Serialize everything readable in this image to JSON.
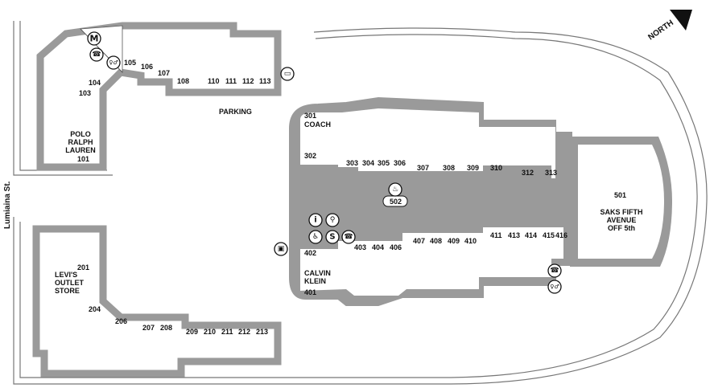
{
  "compass": {
    "label": "NORTH"
  },
  "street": {
    "label": "Lumiaina St."
  },
  "parking": {
    "label": "PARKING"
  },
  "stores": [
    {
      "id": "s101",
      "label": "101"
    },
    {
      "id": "s103",
      "label": "103"
    },
    {
      "id": "s104",
      "label": "104"
    },
    {
      "id": "s105",
      "label": "105"
    },
    {
      "id": "s106",
      "label": "106"
    },
    {
      "id": "s107",
      "label": "107"
    },
    {
      "id": "s108",
      "label": "108"
    },
    {
      "id": "s110",
      "label": "110"
    },
    {
      "id": "s111",
      "label": "111"
    },
    {
      "id": "s112",
      "label": "112"
    },
    {
      "id": "s113",
      "label": "113"
    },
    {
      "id": "s201",
      "label": "201"
    },
    {
      "id": "s204",
      "label": "204"
    },
    {
      "id": "s206",
      "label": "206"
    },
    {
      "id": "s207",
      "label": "207"
    },
    {
      "id": "s208",
      "label": "208"
    },
    {
      "id": "s209",
      "label": "209"
    },
    {
      "id": "s210",
      "label": "210"
    },
    {
      "id": "s211",
      "label": "211"
    },
    {
      "id": "s212",
      "label": "212"
    },
    {
      "id": "s213",
      "label": "213"
    },
    {
      "id": "s301",
      "label": "301"
    },
    {
      "id": "s302",
      "label": "302"
    },
    {
      "id": "s303",
      "label": "303"
    },
    {
      "id": "s304",
      "label": "304"
    },
    {
      "id": "s305",
      "label": "305"
    },
    {
      "id": "s306",
      "label": "306"
    },
    {
      "id": "s307",
      "label": "307"
    },
    {
      "id": "s308",
      "label": "308"
    },
    {
      "id": "s309",
      "label": "309"
    },
    {
      "id": "s310",
      "label": "310"
    },
    {
      "id": "s312",
      "label": "312"
    },
    {
      "id": "s313",
      "label": "313"
    },
    {
      "id": "s401",
      "label": "401"
    },
    {
      "id": "s402",
      "label": "402"
    },
    {
      "id": "s403",
      "label": "403"
    },
    {
      "id": "s404",
      "label": "404"
    },
    {
      "id": "s406",
      "label": "406"
    },
    {
      "id": "s407",
      "label": "407"
    },
    {
      "id": "s408",
      "label": "408"
    },
    {
      "id": "s409",
      "label": "409"
    },
    {
      "id": "s410",
      "label": "410"
    },
    {
      "id": "s411",
      "label": "411"
    },
    {
      "id": "s413",
      "label": "413"
    },
    {
      "id": "s414",
      "label": "414"
    },
    {
      "id": "s415",
      "label": "415"
    },
    {
      "id": "s416",
      "label": "416"
    },
    {
      "id": "s501",
      "label": "501"
    },
    {
      "id": "s502",
      "label": "502"
    }
  ],
  "anchors": {
    "polo": [
      "POLO",
      "RALPH",
      "LAUREN"
    ],
    "levis": [
      "LEVI'S",
      "OUTLET",
      "STORE"
    ],
    "coach": [
      "COACH"
    ],
    "calvin": [
      "CALVIN",
      "KLEIN"
    ],
    "saks": [
      "SAKS FIFTH",
      "AVENUE",
      "OFF 5th"
    ]
  },
  "icons": [
    {
      "id": "metro",
      "name": "metro-icon",
      "glyph": "M"
    },
    {
      "id": "phone1",
      "name": "telephone-icon",
      "glyph": "☎"
    },
    {
      "id": "rest1",
      "name": "restroom-icon",
      "glyph": "♀♂"
    },
    {
      "id": "atm",
      "name": "atm-icon",
      "glyph": "▭"
    },
    {
      "id": "bus",
      "name": "bus-icon",
      "glyph": "▣"
    },
    {
      "id": "food",
      "name": "food-court-icon",
      "glyph": "♨"
    },
    {
      "id": "info",
      "name": "information-icon",
      "glyph": "i"
    },
    {
      "id": "stroller",
      "name": "stroller-icon",
      "glyph": "⚲"
    },
    {
      "id": "wheelchair",
      "name": "wheelchair-icon",
      "glyph": "♿"
    },
    {
      "id": "services",
      "name": "services-icon",
      "glyph": "S"
    },
    {
      "id": "phone2",
      "name": "telephone-icon",
      "glyph": "☎"
    },
    {
      "id": "phone3",
      "name": "telephone-icon",
      "glyph": "☎"
    },
    {
      "id": "rest2",
      "name": "restroom-icon",
      "glyph": "♀♂"
    }
  ]
}
